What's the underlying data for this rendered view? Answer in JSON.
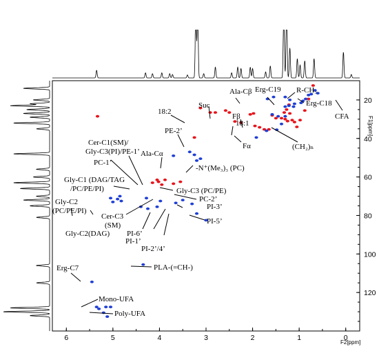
{
  "chart_data": {
    "type": "scatter",
    "title": "",
    "xlabel": "F2[ppm]",
    "ylabel": "F1[ppm]",
    "xlim": [
      6.3,
      -0.3
    ],
    "ylim": [
      10,
      140
    ],
    "x_ticks": [
      "6",
      "5",
      "4",
      "3",
      "2",
      "1",
      "0"
    ],
    "y_ticks": [
      "20",
      "40",
      "60",
      "80",
      "100",
      "120"
    ],
    "colors": {
      "positive": "#e8141b",
      "negative": "#1f3fd6",
      "axis": "#000000"
    },
    "series": [
      {
        "sign": "positive",
        "points": [
          [
            5.33,
            28.5
          ],
          [
            3.12,
            24.2
          ],
          [
            2.91,
            26.5
          ],
          [
            2.8,
            26.5
          ],
          [
            2.58,
            25.5
          ],
          [
            2.5,
            26.5
          ],
          [
            2.38,
            31.2
          ],
          [
            2.25,
            31.8
          ],
          [
            2.05,
            27.5
          ],
          [
            1.98,
            27.0
          ],
          [
            1.95,
            33.5
          ],
          [
            1.85,
            34.2
          ],
          [
            1.75,
            35.3
          ],
          [
            1.65,
            35.3
          ],
          [
            1.58,
            28.0
          ],
          [
            1.5,
            29.5
          ],
          [
            1.38,
            29.5
          ],
          [
            1.3,
            30.0
          ],
          [
            1.25,
            31.0
          ],
          [
            1.2,
            27.0
          ],
          [
            1.15,
            30.5
          ],
          [
            1.1,
            31.5
          ],
          [
            1.32,
            26.5
          ],
          [
            1.22,
            22.5
          ],
          [
            1.27,
            25.0
          ],
          [
            0.98,
            30.5
          ],
          [
            0.88,
            25.5
          ],
          [
            0.8,
            19.5
          ],
          [
            0.7,
            12.5
          ],
          [
            1.05,
            34.0
          ],
          [
            3.25,
            39.5
          ],
          [
            4.15,
            63.0
          ],
          [
            4.05,
            61.5
          ],
          [
            3.95,
            64.0
          ],
          [
            3.7,
            63.5
          ],
          [
            3.55,
            62.5
          ],
          [
            4.02,
            62.5
          ],
          [
            3.88,
            61.5
          ]
        ]
      },
      {
        "sign": "negative",
        "points": [
          [
            1.68,
            19.5
          ],
          [
            1.55,
            18.5
          ],
          [
            1.3,
            18.5
          ],
          [
            1.2,
            20.0
          ],
          [
            0.96,
            21.5
          ],
          [
            0.92,
            20.5
          ],
          [
            0.86,
            19.5
          ],
          [
            0.8,
            17.5
          ],
          [
            0.74,
            17.0
          ],
          [
            0.66,
            15.0
          ],
          [
            0.6,
            16.5
          ],
          [
            1.1,
            22.0
          ],
          [
            1.3,
            23.5
          ],
          [
            1.22,
            23.0
          ],
          [
            1.12,
            23.5
          ],
          [
            1.58,
            27.5
          ],
          [
            1.45,
            28.5
          ],
          [
            1.3,
            28.5
          ],
          [
            1.38,
            32.5
          ],
          [
            1.48,
            35.5
          ],
          [
            1.7,
            36.0
          ],
          [
            1.92,
            39.5
          ],
          [
            3.7,
            49.0
          ],
          [
            3.35,
            47.0
          ],
          [
            3.25,
            48.5
          ],
          [
            3.2,
            51.5
          ],
          [
            3.12,
            50.5
          ],
          [
            5.05,
            71.0
          ],
          [
            5.0,
            73.0
          ],
          [
            4.9,
            71.5
          ],
          [
            4.82,
            72.5
          ],
          [
            4.4,
            75.5
          ],
          [
            4.25,
            76.5
          ],
          [
            4.05,
            75.5
          ],
          [
            3.98,
            72.5
          ],
          [
            3.65,
            73.5
          ],
          [
            3.5,
            72.0
          ],
          [
            3.3,
            74.0
          ],
          [
            3.2,
            79.0
          ],
          [
            3.0,
            82.5
          ],
          [
            4.85,
            70.0
          ],
          [
            4.28,
            71.0
          ],
          [
            4.35,
            105.5
          ],
          [
            5.45,
            114.5
          ],
          [
            5.35,
            127.5
          ],
          [
            5.3,
            128.5
          ],
          [
            5.2,
            130.5
          ],
          [
            5.15,
            127.5
          ],
          [
            5.05,
            127.5
          ],
          [
            5.12,
            132.5
          ]
        ]
      }
    ],
    "spectrum_top": {
      "peaks": [
        [
          5.35,
          18
        ],
        [
          4.3,
          12
        ],
        [
          4.15,
          10
        ],
        [
          3.95,
          12
        ],
        [
          3.78,
          10
        ],
        [
          3.72,
          8
        ],
        [
          3.4,
          7
        ],
        [
          3.22,
          170
        ],
        [
          3.18,
          175
        ],
        [
          3.05,
          10
        ],
        [
          2.8,
          25
        ],
        [
          2.45,
          12
        ],
        [
          2.32,
          25
        ],
        [
          2.25,
          22
        ],
        [
          2.05,
          25
        ],
        [
          2.0,
          22
        ],
        [
          1.72,
          14
        ],
        [
          1.62,
          28
        ],
        [
          1.33,
          170
        ],
        [
          1.27,
          175
        ],
        [
          1.2,
          70
        ],
        [
          1.04,
          45
        ],
        [
          0.98,
          30
        ],
        [
          0.88,
          40
        ],
        [
          0.68,
          45
        ],
        [
          0.05,
          60
        ],
        [
          -0.12,
          8
        ]
      ]
    },
    "spectrum_left": {
      "peaks": [
        [
          14,
          40
        ],
        [
          20,
          25
        ],
        [
          22,
          30
        ],
        [
          23,
          60
        ],
        [
          25,
          35
        ],
        [
          27,
          40
        ],
        [
          29,
          30
        ],
        [
          32,
          55
        ],
        [
          35,
          20
        ],
        [
          48,
          55
        ],
        [
          56,
          20
        ],
        [
          60,
          25
        ],
        [
          63,
          55
        ],
        [
          66,
          45
        ],
        [
          70,
          20
        ],
        [
          72,
          40
        ],
        [
          75,
          30
        ],
        [
          81,
          20
        ],
        [
          106,
          20
        ],
        [
          115,
          20
        ],
        [
          128,
          60
        ],
        [
          130,
          72
        ],
        [
          132,
          30
        ]
      ]
    }
  },
  "annotations": [
    {
      "text": "Ala-Cβ"
    },
    {
      "text": "Erg-C19"
    },
    {
      "text": "R-CH₃"
    },
    {
      "text": "Erg-C18"
    },
    {
      "text": "CFA"
    },
    {
      "text": "Suc"
    },
    {
      "text": "18:1"
    },
    {
      "text": "18:2"
    },
    {
      "text": "Fβ"
    },
    {
      "text": "Fα"
    },
    {
      "text": "(CH₂)ₙ"
    },
    {
      "text": "PE-2’"
    },
    {
      "text": "Cer-C1(SM)/"
    },
    {
      "text": "Gly-C3(PI)/PE-1’"
    },
    {
      "text": "Ala-Cα"
    },
    {
      "text": "PC-1’"
    },
    {
      "text": "-N⁺(Me₃)₃ (PC)"
    },
    {
      "text": "Gly-C1 (DAG/TAG"
    },
    {
      "text": "/PC/PE/PI)"
    },
    {
      "text": "Gly-C3 (PC/PE)"
    },
    {
      "text": "PC-2’"
    },
    {
      "text": "Gly-C2"
    },
    {
      "text": "(PC/PE/PI)"
    },
    {
      "text": "Cer-C3"
    },
    {
      "text": "(SM)"
    },
    {
      "text": "PI-3’"
    },
    {
      "text": "PI-6’"
    },
    {
      "text": "PI-5’"
    },
    {
      "text": "PI-1’"
    },
    {
      "text": "PI-2’/4’"
    },
    {
      "text": "Gly-C2(DAG)"
    },
    {
      "text": "PLA-(=CH-)"
    },
    {
      "text": "Erg-C7"
    },
    {
      "text": "Mono-UFA"
    },
    {
      "text": "Poly-UFA"
    }
  ]
}
